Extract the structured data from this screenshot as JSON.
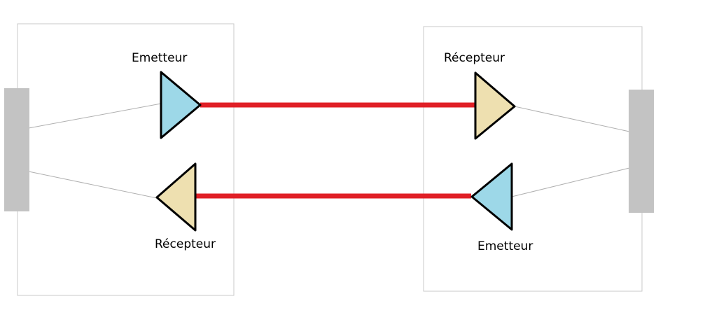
{
  "labels": {
    "left_emitter": "Emetteur",
    "left_receiver": "Récepteur",
    "right_receiver": "Récepteur",
    "right_emitter": "Emetteur"
  },
  "colors": {
    "emitter_fill": "#9dd8e8",
    "receiver_fill": "#eee0b0",
    "beam": "#e01f26",
    "connector": "#c3c3c3",
    "box_border": "#c8c8c8",
    "wire": "#b0b0b0"
  }
}
